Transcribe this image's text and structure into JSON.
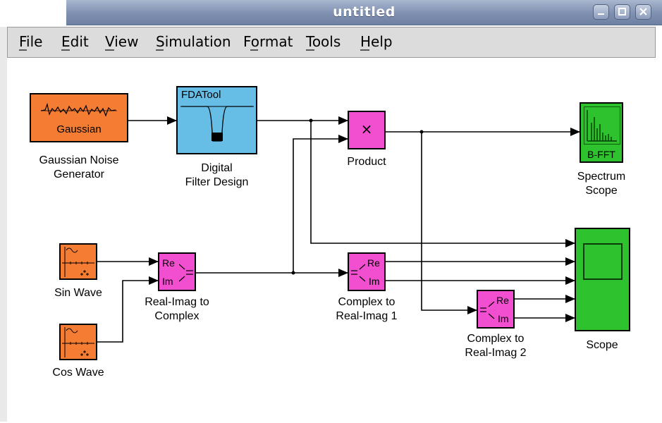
{
  "window": {
    "title": "untitled"
  },
  "menu": [
    "File",
    "Edit",
    "View",
    "Simulation",
    "Format",
    "Tools",
    "Help"
  ],
  "blocks": {
    "gaussian": {
      "icon_text": "Gaussian",
      "label1": "Gaussian Noise",
      "label2": "Generator"
    },
    "filter": {
      "icon_text": "FDATool",
      "label1": "Digital",
      "label2": "Filter Design"
    },
    "product": {
      "icon_text": "×",
      "label1": "Product"
    },
    "spectrum": {
      "icon_text": "B-FFT",
      "label1": "Spectrum",
      "label2": "Scope"
    },
    "sin": {
      "label1": "Sin Wave"
    },
    "cos": {
      "label1": "Cos Wave"
    },
    "ri2c": {
      "port_re": "Re",
      "port_im": "Im",
      "label1": "Real-Imag to",
      "label2": "Complex"
    },
    "c2ri1": {
      "port_re": "Re",
      "port_im": "Im",
      "label1": "Complex to",
      "label2": "Real-Imag 1"
    },
    "c2ri2": {
      "port_re": "Re",
      "port_im": "Im",
      "label1": "Complex to",
      "label2": "Real-Imag 2"
    },
    "scope": {
      "label1": "Scope"
    }
  },
  "colors": {
    "source": "#f47d33",
    "filter": "#66bde6",
    "math": "#f24fd0",
    "sink": "#2ec32e"
  }
}
